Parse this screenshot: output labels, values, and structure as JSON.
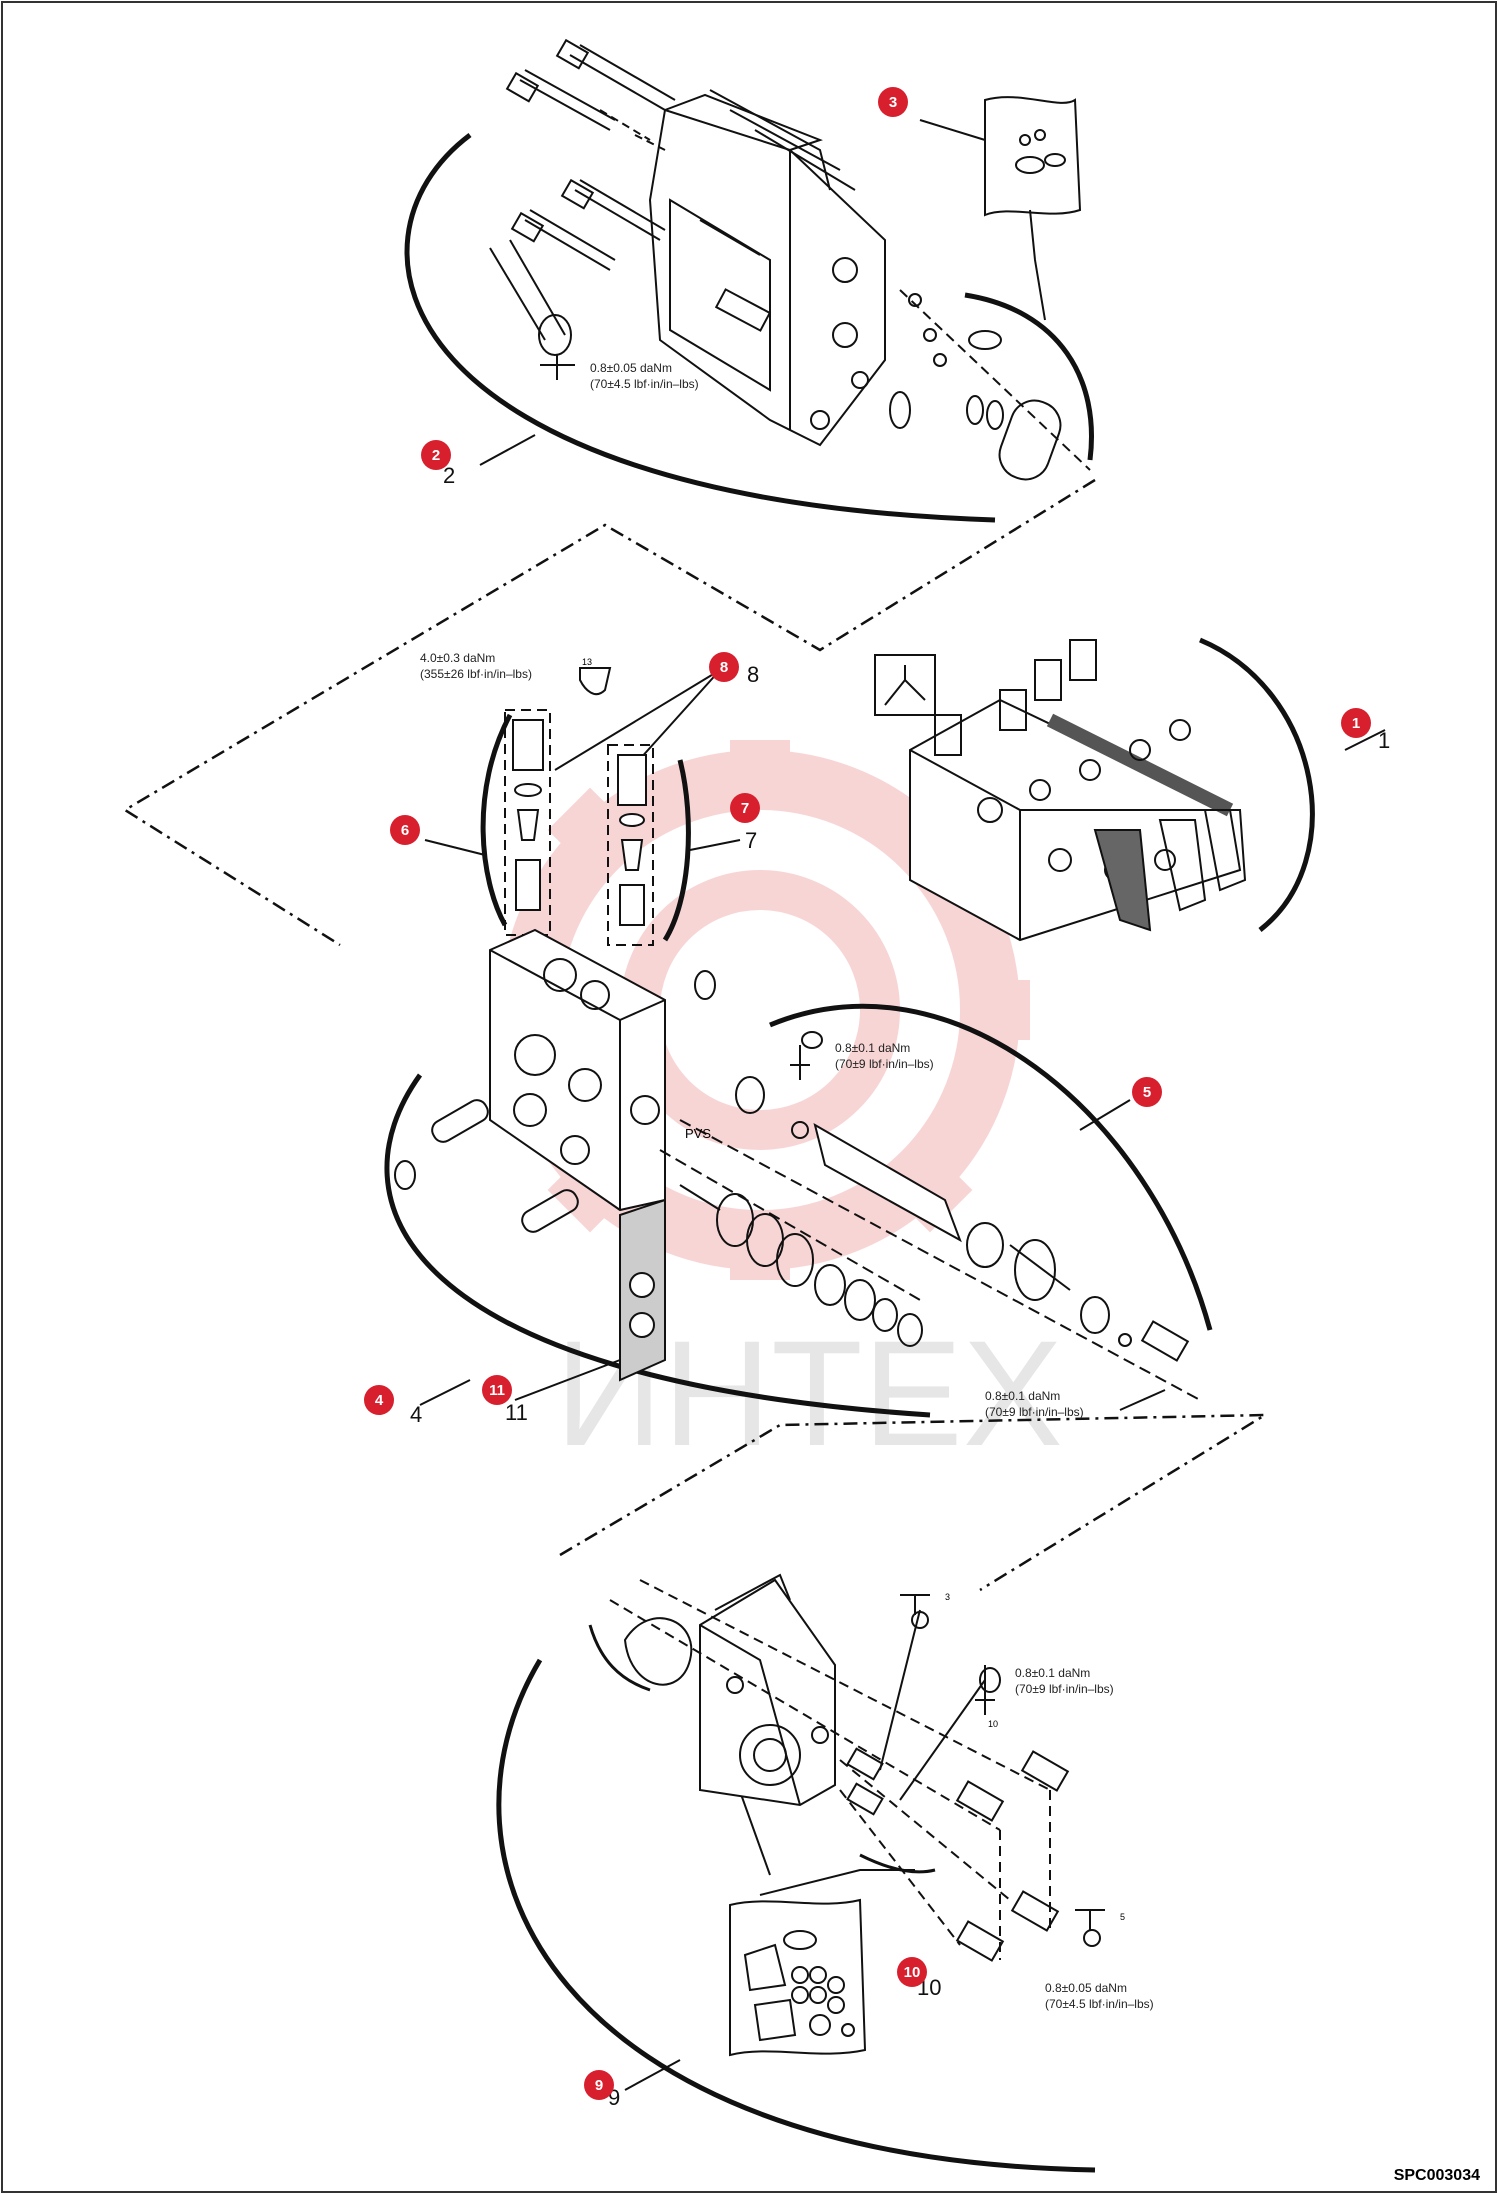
{
  "drawing": {
    "code": "SPC003034",
    "watermark_text": "ИНТЕХ",
    "port_label": "PVS"
  },
  "callouts": [
    {
      "id": "1",
      "label": "1"
    },
    {
      "id": "2",
      "label": "2"
    },
    {
      "id": "3",
      "label": "3"
    },
    {
      "id": "4",
      "label": "4"
    },
    {
      "id": "5",
      "label": "5"
    },
    {
      "id": "6",
      "label": "6"
    },
    {
      "id": "7",
      "label": "7"
    },
    {
      "id": "8",
      "label": "8"
    },
    {
      "id": "9",
      "label": "9"
    },
    {
      "id": "10",
      "label": "10"
    },
    {
      "id": "11",
      "label": "11"
    }
  ],
  "torque_notes": {
    "top_a": "0.8±0.05 daNm",
    "top_b": "(70±4.5 lbf·in/in–lbs)",
    "mid_a": "4.0±0.3 daNm",
    "mid_b": "(355±26 lbf·in/in–lbs)",
    "spool_top_a": "0.8±0.1 daNm",
    "spool_top_b": "(70±9 lbf·in/in–lbs)",
    "spool_bot_a": "0.8±0.1 daNm",
    "spool_bot_b": "(70±9 lbf·in/in–lbs)",
    "bottom_top_a": "0.8±0.1 daNm",
    "bottom_top_b": "(70±9 lbf·in/in–lbs)",
    "bottom_low_a": "0.8±0.05 daNm",
    "bottom_low_b": "(70±4.5 lbf·in/in–lbs)"
  },
  "small_marks": {
    "m3": "3",
    "m10": "10",
    "m5": "5",
    "m13": "13"
  },
  "colors": {
    "badge": "#d81f2e",
    "line": "#111111",
    "watermark": "#f3b3b3"
  }
}
